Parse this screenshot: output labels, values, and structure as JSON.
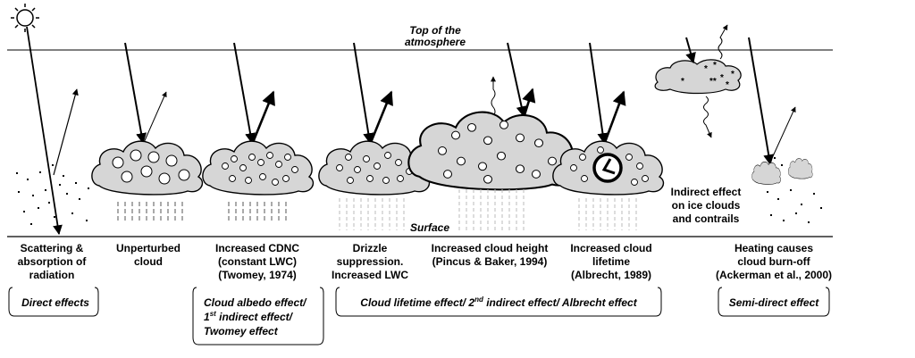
{
  "atmosphere": {
    "toa_line1": "Top of the",
    "toa_line2": "atmosphere",
    "surface": "Surface"
  },
  "panels": [
    {
      "id": "scattering",
      "label": [
        "Scattering &",
        "absorption of",
        "radiation"
      ]
    },
    {
      "id": "unperturbed",
      "label": [
        "Unperturbed",
        "cloud"
      ]
    },
    {
      "id": "cdnc",
      "label": [
        "Increased CDNC",
        "(constant LWC)",
        "(Twomey, 1974)"
      ]
    },
    {
      "id": "drizzle",
      "label": [
        "Drizzle",
        "suppression.",
        "Increased LWC"
      ]
    },
    {
      "id": "height",
      "label": [
        "Increased cloud height",
        "(Pincus & Baker, 1994)"
      ]
    },
    {
      "id": "lifetime",
      "label": [
        "Increased cloud",
        "lifetime",
        "(Albrecht, 1989)"
      ]
    },
    {
      "id": "ice",
      "label": [
        "Indirect effect",
        "on ice clouds",
        "and contrails"
      ]
    },
    {
      "id": "semidirect",
      "label": [
        "Heating causes",
        "cloud  burn-off",
        "(Ackerman et al., 2000)"
      ]
    }
  ],
  "effects": {
    "direct": "Direct effects",
    "albedo_l1": "Cloud albedo effect/",
    "albedo_l2_num": "1",
    "albedo_l2_sup": "st",
    "albedo_l2_rest": " indirect effect/",
    "albedo_l3": "Twomey effect",
    "lifetime_pre": "Cloud lifetime effect/ 2",
    "lifetime_sup": "nd",
    "lifetime_post": " indirect effect/ Albrecht effect",
    "semidirect": "Semi-direct effect"
  },
  "icons": [
    "sun-icon",
    "cloud-icon",
    "clock-icon",
    "ice-crystal-icon",
    "rain-streaks-icon",
    "wavy-longwave-arrow-icon"
  ]
}
